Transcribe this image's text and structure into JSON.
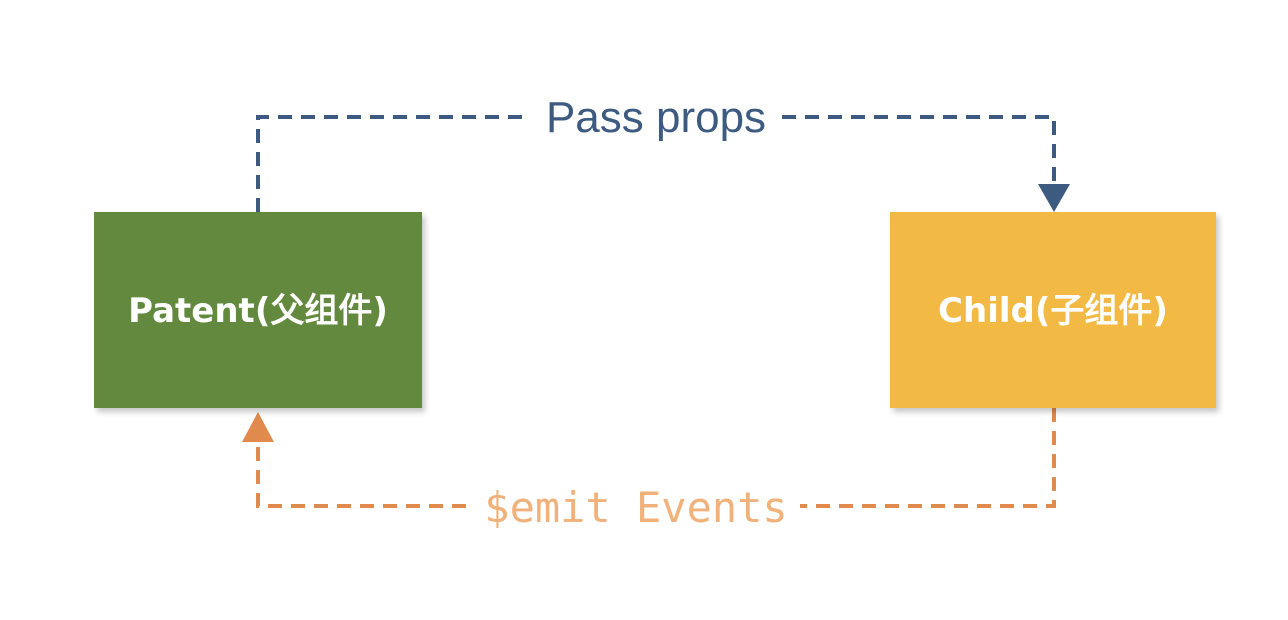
{
  "nodes": {
    "parent": {
      "label": "Patent(父组件)",
      "fill": "#62893e"
    },
    "child": {
      "label": "Child(子组件)",
      "fill": "#f2b944"
    }
  },
  "edges": {
    "props": {
      "label": "Pass props",
      "color": "#3d5a80"
    },
    "emit": {
      "label": "$emit Events",
      "color": "#e08a4e",
      "label_color": "#f0b27a"
    }
  }
}
